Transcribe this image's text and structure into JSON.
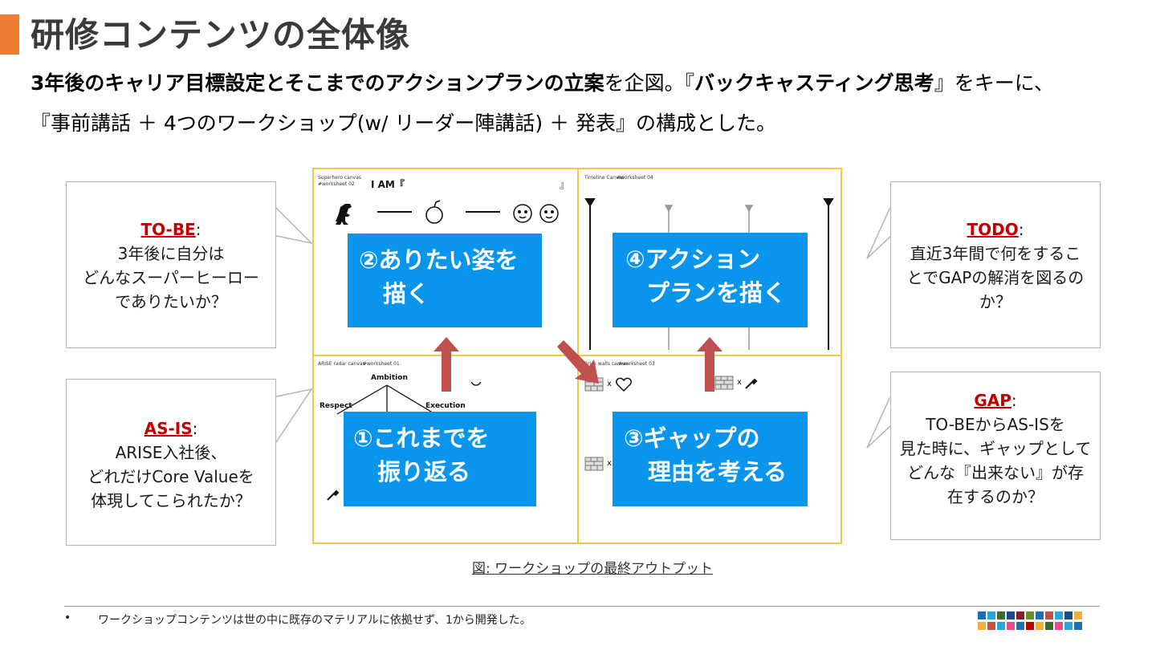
{
  "title": "研修コンテンツの全体像",
  "subtitle": {
    "line1_bold1": "3年後のキャリア目標設定とそこまでのアクションプランの立案",
    "line1_normal1": "を企図。『",
    "line1_bold2": "バックキャスティング思考",
    "line1_normal2": "』をキーに、",
    "line2": "『事前講話 ＋ 4つのワークショップ(w/ リーダー陣講話) ＋ 発表』の構成とした。"
  },
  "callouts": {
    "tobe": {
      "head": "TO-BE",
      "colon": ":",
      "lines": [
        "3年後に自分は",
        "どんなスーパーヒーロー",
        "でありたいか？"
      ]
    },
    "asis": {
      "head": "AS-IS",
      "colon": ":",
      "lines": [
        "ARISE入社後、",
        "どれだけCore Valueを",
        "体現してこられたか？"
      ]
    },
    "todo": {
      "head": "TODO",
      "colon": ":",
      "lines": [
        "直近3年間で何をするこ",
        "とでGAPの解消を図るの",
        "か？"
      ]
    },
    "gap": {
      "head": "GAP",
      "colon": ":",
      "lines": [
        "TO-BEからAS-ISを",
        "見た時に、ギャップとして",
        "どんな『出来ない』が存",
        "在するのか？"
      ]
    }
  },
  "worksheets": {
    "q1": {
      "title": "Superhero canvas",
      "sub": "#worksheet 02",
      "iam": "I AM『",
      "iam_close": "』",
      "box_line1": "②ありたい姿を",
      "box_line2": "描く"
    },
    "q2": {
      "title": "Timeline Canvas",
      "sub": "#worksheet 04",
      "box_line1": "④アクション",
      "box_line2": "プランを描く"
    },
    "q3": {
      "title": "ARISE radar canvas",
      "sub": "#worksheet 01",
      "label_ambition": "Ambition",
      "label_respect": "Respect",
      "label_execution": "Execution",
      "box_line1": "①これまでを",
      "box_line2": "振り返る"
    },
    "q4": {
      "title": "Brick walls canvas",
      "sub": "#worksheet 03",
      "x1": "x",
      "x2": "x",
      "x3": "x",
      "box_line1": "③ギャップの",
      "box_line2": "理由を考える"
    }
  },
  "caption": "図: ワークショップの最終アウトプット",
  "footer": {
    "bullet": "•",
    "note": "ワークショップコンテンツは世の中に既存のマテリアルに依拠せず、1から開発した。"
  },
  "colors": {
    "accent": "#ee7d31",
    "blue": "#0a95ec",
    "arrow": "#c0504d",
    "grid": "#f5c842",
    "callout_head": "#c00000"
  }
}
